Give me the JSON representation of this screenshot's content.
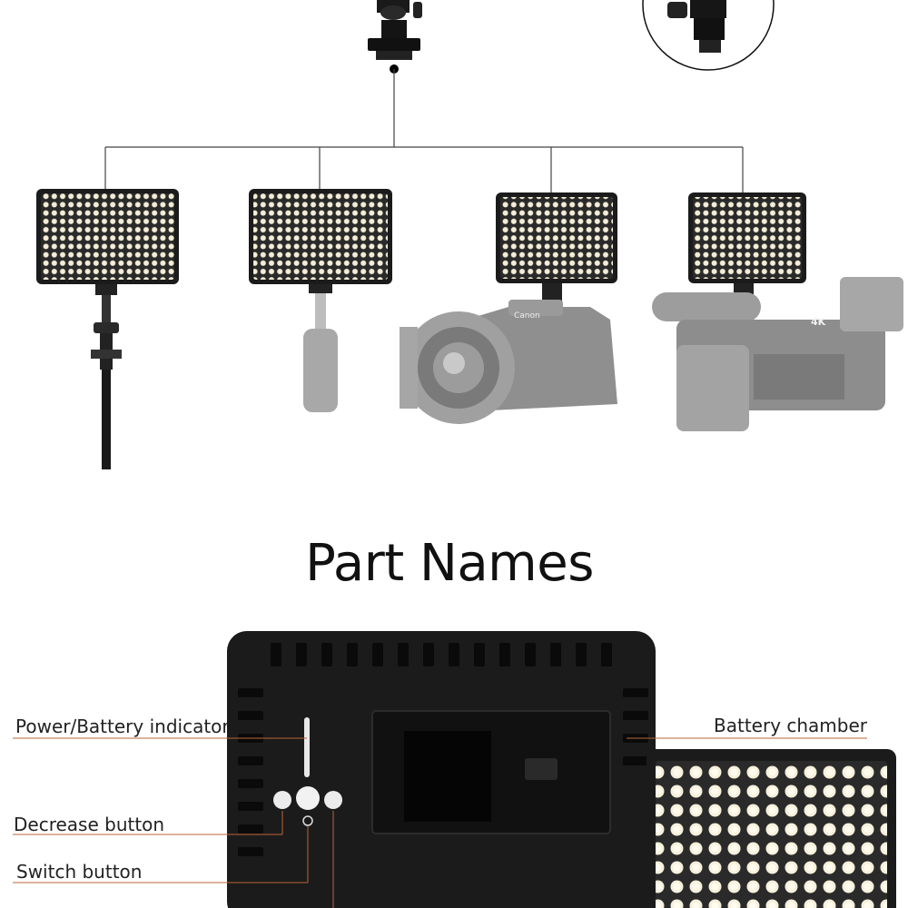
{
  "heading": "Part Names",
  "part_labels": {
    "power_battery_indicator": "Power/Battery indicator",
    "battery_chamber": "Battery chamber",
    "decrease_button": "Decrease button",
    "switch_button": "Switch button"
  },
  "colors": {
    "background": "#ffffff",
    "panel_body": "#1b1b1b",
    "led": "#f6f0dc",
    "leader_line": "#b8643a",
    "equipment_gray": "#a9a9a9"
  },
  "icons": [
    "ball-head-mount-icon",
    "led-panel-icon",
    "light-stand-icon",
    "handle-grip-icon",
    "dslr-camera-icon",
    "camcorder-icon"
  ]
}
